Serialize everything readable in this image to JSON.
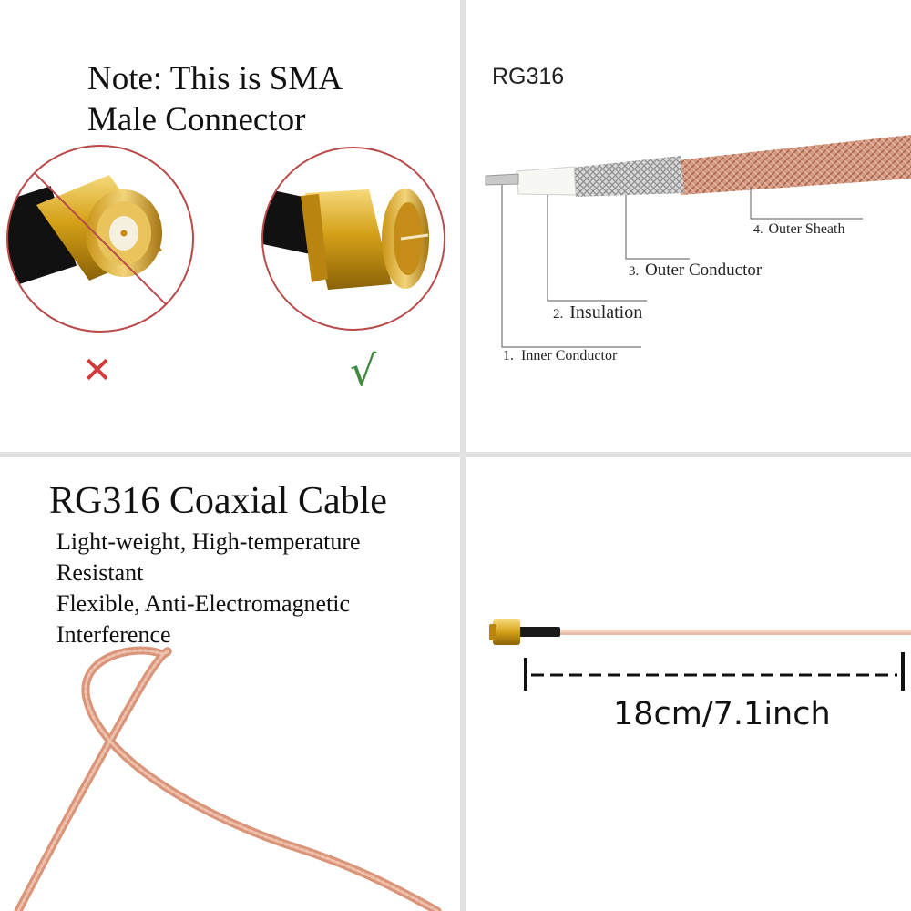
{
  "note": {
    "line1": "Note: This is SMA",
    "line2": "Male Connector"
  },
  "marks": {
    "wrong": "✕",
    "right": "√"
  },
  "diagram": {
    "title": "RG316",
    "layers": [
      {
        "num": "1.",
        "name": "Inner Conductor"
      },
      {
        "num": "2.",
        "name": "Insulation"
      },
      {
        "num": "3.",
        "name": "Outer Conductor"
      },
      {
        "num": "4.",
        "name": "Outer Sheath"
      }
    ]
  },
  "cable": {
    "title": "RG316 Coaxial Cable",
    "features": [
      "Light-weight, High-temperature",
      "Resistant",
      "Flexible, Anti-Electromagnetic",
      "Interference"
    ]
  },
  "length": {
    "label": "18cm/7.1inch"
  },
  "colors": {
    "gold": "#d4a017",
    "copper": "#d9957a",
    "wrong_red": "#d33a3a",
    "right_green": "#3f8a3f",
    "circle_border": "#b94a4a"
  }
}
